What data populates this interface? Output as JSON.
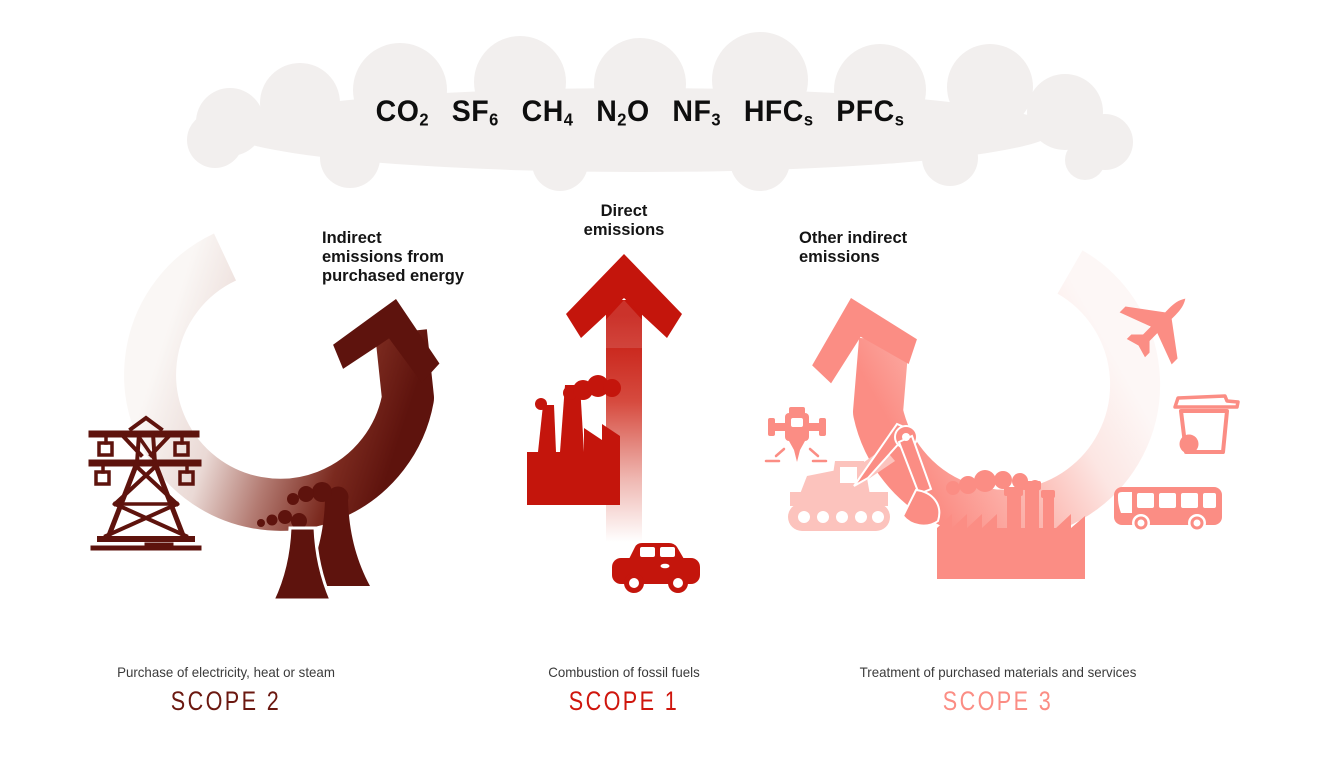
{
  "cloud": {
    "gases": [
      {
        "pre": "CO",
        "sub": "2",
        "post": ""
      },
      {
        "pre": "SF",
        "sub": "6",
        "post": ""
      },
      {
        "pre": "CH",
        "sub": "4",
        "post": ""
      },
      {
        "pre": "N",
        "sub": "2",
        "post": "O"
      },
      {
        "pre": "NF",
        "sub": "3",
        "post": ""
      },
      {
        "pre": "HFC",
        "sub": "s",
        "post": ""
      },
      {
        "pre": "PFC",
        "sub": "s",
        "post": ""
      }
    ]
  },
  "scopes": {
    "scope2": {
      "heading": "Indirect\nemissions from\npurchased energy",
      "caption": "Purchase of electricity, heat or steam",
      "title": "SCOPE 2",
      "color": "#6b1810"
    },
    "scope1": {
      "heading": "Direct\nemissions",
      "caption": "Combustion of fossil fuels",
      "title": "SCOPE 1",
      "color": "#cf160d"
    },
    "scope3": {
      "heading": "Other indirect\nemissions",
      "caption": "Treatment of purchased materials and services",
      "title": "SCOPE 3",
      "color": "#fb8d84"
    }
  },
  "colors": {
    "scope2_dark": "#5e130d",
    "scope1_red": "#c4150c",
    "scope3_salmon": "#fb8d84",
    "scope3_light": "#fcc3bd",
    "cloud": "#f2efee"
  },
  "icons": {
    "cloud": "gas-cloud",
    "scope2": [
      "transmission-tower",
      "cooling-towers",
      "curved-up-arrow"
    ],
    "scope1": [
      "factory",
      "car",
      "straight-up-arrow"
    ],
    "scope3": [
      "jackhammer",
      "excavator",
      "factory",
      "airplane",
      "waste-bin",
      "bus",
      "curved-up-arrow"
    ]
  }
}
